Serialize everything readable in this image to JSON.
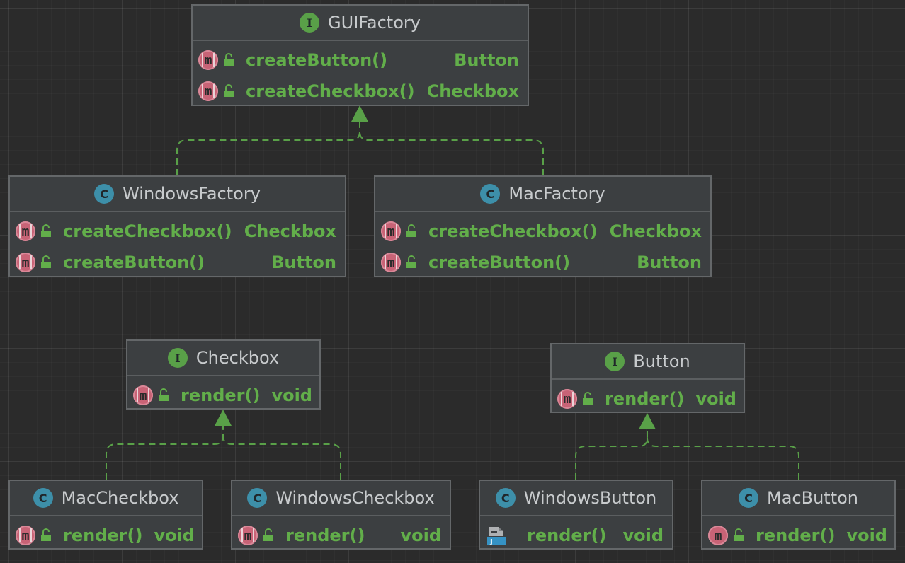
{
  "diagram": {
    "nodes": [
      {
        "id": "gui-factory",
        "kind": "interface",
        "kind_icon": "I",
        "name": "GUIFactory",
        "members": [
          {
            "name": "createButton()",
            "type": "Button",
            "icon": "abstract-method"
          },
          {
            "name": "createCheckbox()",
            "type": "Checkbox",
            "icon": "abstract-method"
          }
        ]
      },
      {
        "id": "windows-factory",
        "kind": "class",
        "kind_icon": "C",
        "name": "WindowsFactory",
        "members": [
          {
            "name": "createCheckbox()",
            "type": "Checkbox",
            "icon": "abstract-method"
          },
          {
            "name": "createButton()",
            "type": "Button",
            "icon": "abstract-method"
          }
        ]
      },
      {
        "id": "mac-factory",
        "kind": "class",
        "kind_icon": "C",
        "name": "MacFactory",
        "members": [
          {
            "name": "createCheckbox()",
            "type": "Checkbox",
            "icon": "abstract-method"
          },
          {
            "name": "createButton()",
            "type": "Button",
            "icon": "abstract-method"
          }
        ]
      },
      {
        "id": "checkbox",
        "kind": "interface",
        "kind_icon": "I",
        "name": "Checkbox",
        "members": [
          {
            "name": "render()",
            "type": "void",
            "icon": "abstract-method"
          }
        ]
      },
      {
        "id": "button",
        "kind": "interface",
        "kind_icon": "I",
        "name": "Button",
        "members": [
          {
            "name": "render()",
            "type": "void",
            "icon": "abstract-method"
          }
        ]
      },
      {
        "id": "mac-checkbox",
        "kind": "class",
        "kind_icon": "C",
        "name": "MacCheckbox",
        "members": [
          {
            "name": "render()",
            "type": "void",
            "icon": "abstract-method"
          }
        ]
      },
      {
        "id": "windows-checkbox",
        "kind": "class",
        "kind_icon": "C",
        "name": "WindowsCheckbox",
        "members": [
          {
            "name": "render()",
            "type": "void",
            "icon": "abstract-method"
          }
        ]
      },
      {
        "id": "windows-button",
        "kind": "class",
        "kind_icon": "C",
        "name": "WindowsButton",
        "members": [
          {
            "name": "render()",
            "type": "void",
            "icon": "java-file"
          }
        ]
      },
      {
        "id": "mac-button",
        "kind": "class",
        "kind_icon": "C",
        "name": "MacButton",
        "members": [
          {
            "name": "render()",
            "type": "void",
            "icon": "method"
          }
        ]
      }
    ],
    "relations": [
      {
        "from": "windows-factory",
        "to": "gui-factory",
        "type": "implements"
      },
      {
        "from": "mac-factory",
        "to": "gui-factory",
        "type": "implements"
      },
      {
        "from": "mac-checkbox",
        "to": "checkbox",
        "type": "implements"
      },
      {
        "from": "windows-checkbox",
        "to": "checkbox",
        "type": "implements"
      },
      {
        "from": "windows-button",
        "to": "button",
        "type": "implements"
      },
      {
        "from": "mac-button",
        "to": "button",
        "type": "implements"
      }
    ]
  },
  "colors": {
    "canvas": "#2b2b2b",
    "node_fill": "#3c3f41",
    "node_border": "#646769",
    "title_text": "#c8cbcd",
    "member_text": "#62ae4a",
    "interface_badge": "#59a048",
    "class_badge": "#3d8fa9",
    "method_badge": "#c86376",
    "relation_line": "#59a048"
  }
}
